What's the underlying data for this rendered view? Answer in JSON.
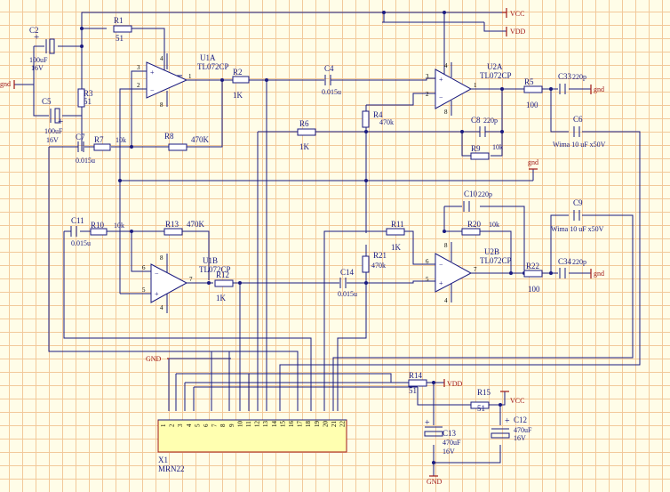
{
  "nets": {
    "vcc": "VCC",
    "vdd": "VDD",
    "gnd": "gnd",
    "gnd_upper": "GND"
  },
  "parts": {
    "u1a": {
      "ref": "U1A",
      "type": "TL072CP"
    },
    "u2a": {
      "ref": "U2A",
      "type": "TL072CP"
    },
    "u1b": {
      "ref": "U1B",
      "type": "TL072CP"
    },
    "u2b": {
      "ref": "U2B",
      "type": "TL072CP"
    },
    "r1": {
      "ref": "R1",
      "value": "51"
    },
    "r2": {
      "ref": "R2",
      "value": "1K"
    },
    "r3": {
      "ref": "R3",
      "value": "51"
    },
    "r4": {
      "ref": "R4",
      "value": "470k"
    },
    "r5": {
      "ref": "R5",
      "value": "100"
    },
    "r6": {
      "ref": "R6",
      "value": "1K"
    },
    "r7": {
      "ref": "R7",
      "value": "10k"
    },
    "r8": {
      "ref": "R8",
      "value": "470K"
    },
    "r9": {
      "ref": "R9",
      "value": "10k"
    },
    "r10": {
      "ref": "R10",
      "value": "10k"
    },
    "r11": {
      "ref": "R11",
      "value": "1K"
    },
    "r12": {
      "ref": "R12",
      "value": "1K"
    },
    "r13": {
      "ref": "R13",
      "value": "470K"
    },
    "r14": {
      "ref": "R14",
      "value": "51"
    },
    "r15": {
      "ref": "R15",
      "value": "51"
    },
    "r20": {
      "ref": "R20",
      "value": "10k"
    },
    "r21": {
      "ref": "R21",
      "value": "470k"
    },
    "r22": {
      "ref": "R22",
      "value": "100"
    },
    "c2": {
      "ref": "C2",
      "value": "100uF",
      "voltage": "16V"
    },
    "c4": {
      "ref": "C4",
      "value": "0.015u"
    },
    "c5": {
      "ref": "C5",
      "value": "100uF",
      "voltage": "16V"
    },
    "c6": {
      "ref": "C6",
      "value": "Wima 10 uF x50V"
    },
    "c7": {
      "ref": "C7",
      "value": "0.015u"
    },
    "c8": {
      "ref": "C8",
      "value": "220p"
    },
    "c9": {
      "ref": "C9",
      "value": "Wima 10 uF x50V"
    },
    "c10": {
      "ref": "C10",
      "value": "220p"
    },
    "c11": {
      "ref": "C11",
      "value": "0.015u"
    },
    "c12": {
      "ref": "C12",
      "value": "470uF",
      "voltage": "16V"
    },
    "c13": {
      "ref": "C13",
      "value": "470uF",
      "voltage": "16V"
    },
    "c14": {
      "ref": "C14",
      "value": "0.015u"
    },
    "c33": {
      "ref": "C33",
      "value": "220p"
    },
    "c34": {
      "ref": "C34",
      "value": "220p"
    },
    "x1": {
      "ref": "X1",
      "type": "MRN22"
    }
  },
  "connector_pins": [
    "1",
    "2",
    "3",
    "4",
    "5",
    "6",
    "7",
    "8",
    "9",
    "10",
    "11",
    "12",
    "13",
    "14",
    "15",
    "16",
    "17",
    "18",
    "19",
    "20",
    "21",
    "22"
  ]
}
